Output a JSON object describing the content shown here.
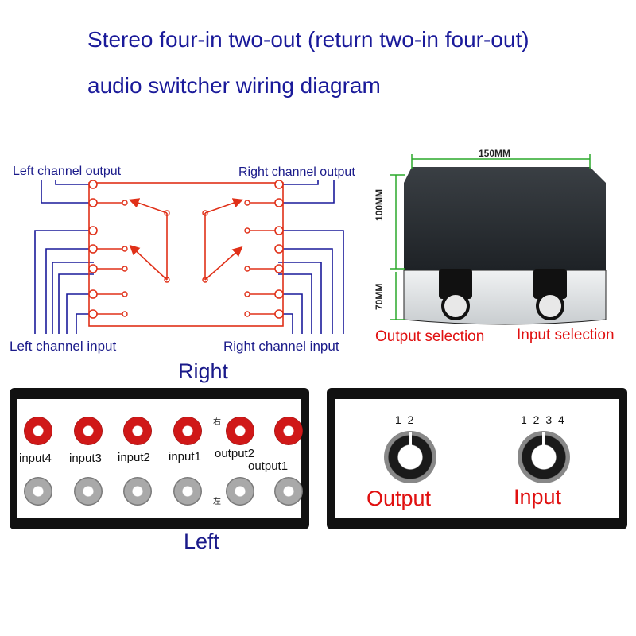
{
  "title": {
    "line1": "Stereo four-in two-out (return two-in four-out)",
    "line2": "audio switcher wiring diagram"
  },
  "schematic": {
    "left_output": "Left channel output",
    "right_output": "Right channel output",
    "left_input": "Left channel input",
    "right_input": "Right channel input"
  },
  "product": {
    "width_dim": "150MM",
    "height_dim": "100MM",
    "depth_dim": "70MM",
    "output_selection": "Output selection",
    "input_selection": "Input selection"
  },
  "rear_panel": {
    "top_label": "Right",
    "bottom_label": "Left",
    "right_char": "右",
    "left_char": "左",
    "jacks": [
      "input4",
      "input3",
      "input2",
      "input1",
      "output2",
      "output1"
    ]
  },
  "front_panel": {
    "output_numbers": "1 2",
    "input_numbers": "1 2 3 4",
    "output_label": "Output",
    "input_label": "Input"
  },
  "colors": {
    "title": "#1a1a9a",
    "schematic_line": "#e03018",
    "wire": "#1a1a9a",
    "accent_red": "#e01010"
  }
}
